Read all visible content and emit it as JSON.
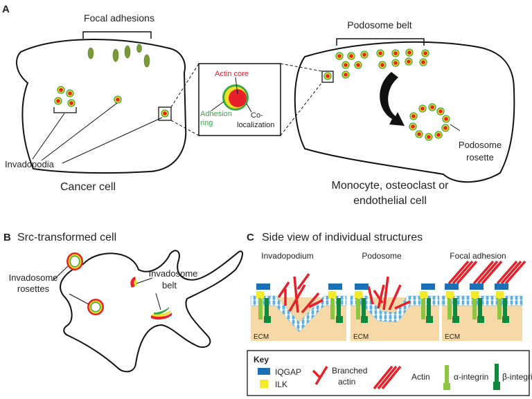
{
  "panels": {
    "a": {
      "letter": "A",
      "focal_adhesions": "Focal adhesions",
      "podosome_belt": "Podosome belt",
      "invadopodia": "Invadopodia",
      "cancer_cell": "Cancer cell",
      "monocyte_line1": "Monocyte, osteoclast or",
      "monocyte_line2": "endothelial cell",
      "podosome_rosette_1": "Podosome",
      "podosome_rosette_2": "rosette",
      "inset": {
        "actin_core": "Actin core",
        "adhesion_1": "Adhesion",
        "adhesion_2": "ring",
        "coloc_1": "Co-",
        "coloc_2": "localization"
      }
    },
    "b": {
      "letter": "B",
      "title": "Src-transformed cell",
      "rosettes_1": "Invadosome",
      "rosettes_2": "rosettes",
      "belt_1": "Invadosome",
      "belt_2": "belt"
    },
    "c": {
      "letter": "C",
      "title": "Side view of individual structures",
      "col1": "Invadopodium",
      "col2": "Podosome",
      "col3": "Focal adhesion",
      "ecm": "ECM"
    }
  },
  "key": {
    "title": "Key",
    "iqgap": "IQGAP",
    "ilk": "ILK",
    "branched_1": "Branched",
    "branched_2": "actin",
    "actin": "Actin",
    "alpha": "α-integrin",
    "beta": "β-integrin"
  },
  "colors": {
    "actin": "#e8202a",
    "adhesion": "#3aa845",
    "coloc": "#f0e020",
    "focal": "#7a9a38",
    "iqgap": "#1a6fb5",
    "ilk": "#f3ea2a",
    "alpha": "#8cc63f",
    "beta": "#0f8a3c",
    "ecm": "#f7d9a8",
    "membrane": "#5ab0e0"
  }
}
